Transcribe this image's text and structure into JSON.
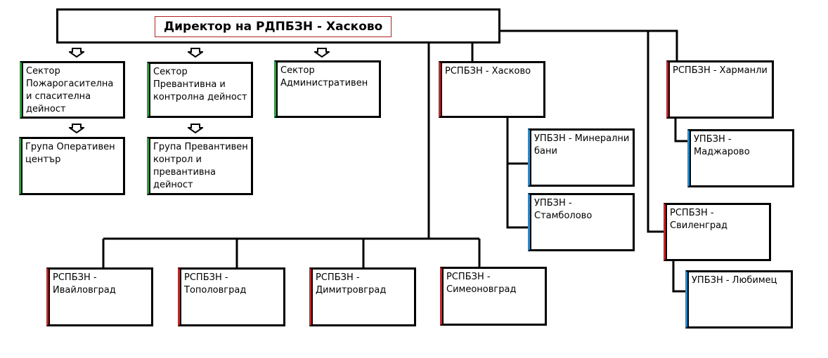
{
  "director": {
    "title": "Директор на РДПБЗН - Хасково"
  },
  "sectors": {
    "fire": "Сектор Пожарогасителна и спасителна дейност",
    "prevention": "Сектор Превантивна и контролна дейност",
    "admin": "Сектор Административен"
  },
  "groups": {
    "operative": "Група Оперативен център",
    "prevention": "Група Превантивен контрол и превантивна дейност"
  },
  "services": {
    "haskovo": "РСПБЗН - Хасково",
    "harmanli": "РСПБЗН - Харманли",
    "svilengrad": "РСПБЗН - Свиленград",
    "ivaylovgrad": "РСПБЗН - Ивайловград",
    "topolovgrad": "РСПБЗН - Тополовград",
    "dimitrovgrad": "РСПБЗН - Димитровград",
    "simeonovgrad": "РСПБЗН - Симеоновград"
  },
  "sites": {
    "mineralni_bani": "УПБЗН - Минерални бани",
    "stambolovo": "УПБЗН - Стамболово",
    "madzharovo": "УПБЗН - Маджарово",
    "lyubimets": "УПБЗН - Любимец"
  },
  "colors": {
    "service_accent": "#c0282a",
    "sector_accent": "#2f9e44",
    "site_accent": "#2a8ac8",
    "title_border": "#b22222"
  }
}
